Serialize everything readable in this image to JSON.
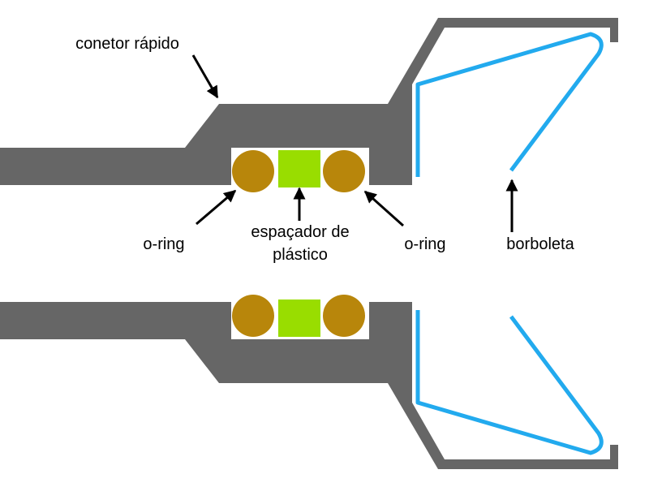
{
  "labels": {
    "quick_connector": "conetor rápido",
    "o_ring_left": "o-ring",
    "spacer_line1": "espaçador de",
    "spacer_line2": "plástico",
    "o_ring_right": "o-ring",
    "butterfly": "borboleta"
  },
  "colors": {
    "body": "#666666",
    "o_ring": "#b8860b",
    "spacer": "#99dd00",
    "butterfly": "#22aaee",
    "arrow": "#000000",
    "background": "#ffffff"
  }
}
